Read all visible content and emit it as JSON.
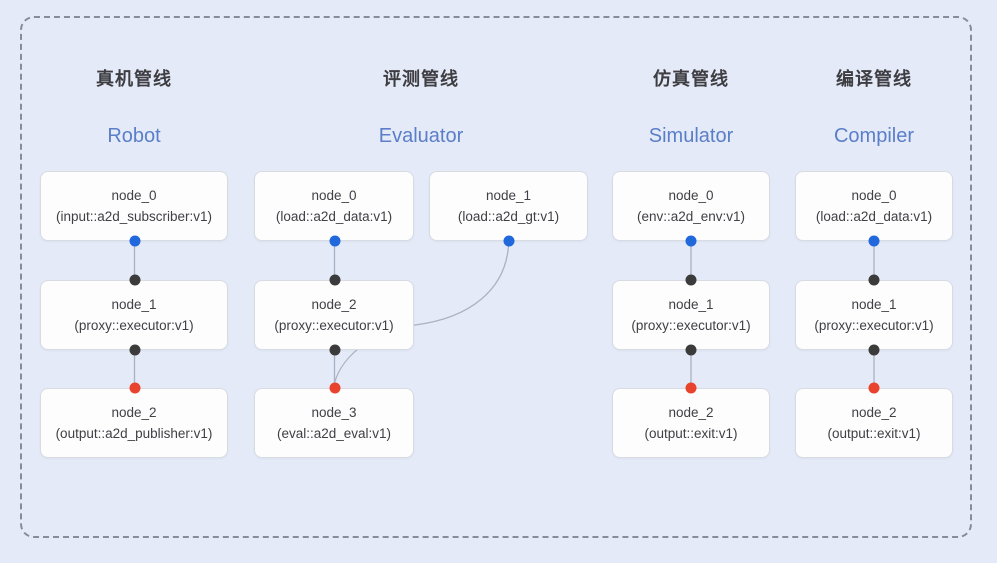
{
  "diagram": {
    "pipelines": [
      {
        "title_zh": "真机管线",
        "title_en": "Robot",
        "nodes": [
          {
            "name": "node_0",
            "type": "(input::a2d_subscriber:v1)"
          },
          {
            "name": "node_1",
            "type": "(proxy::executor:v1)"
          },
          {
            "name": "node_2",
            "type": "(output::a2d_publisher:v1)"
          }
        ]
      },
      {
        "title_zh": "评测管线",
        "title_en": "Evaluator",
        "nodes": [
          {
            "name": "node_0",
            "type": "(load::a2d_data:v1)"
          },
          {
            "name": "node_1",
            "type": "(load::a2d_gt:v1)"
          },
          {
            "name": "node_2",
            "type": "(proxy::executor:v1)"
          },
          {
            "name": "node_3",
            "type": "(eval::a2d_eval:v1)"
          }
        ]
      },
      {
        "title_zh": "仿真管线",
        "title_en": "Simulator",
        "nodes": [
          {
            "name": "node_0",
            "type": "(env::a2d_env:v1)"
          },
          {
            "name": "node_1",
            "type": "(proxy::executor:v1)"
          },
          {
            "name": "node_2",
            "type": "(output::exit:v1)"
          }
        ]
      },
      {
        "title_zh": "编译管线",
        "title_en": "Compiler",
        "nodes": [
          {
            "name": "node_0",
            "type": "(load::a2d_data:v1)"
          },
          {
            "name": "node_1",
            "type": "(proxy::executor:v1)"
          },
          {
            "name": "node_2",
            "type": "(output::exit:v1)"
          }
        ]
      }
    ],
    "port_colors": {
      "source_output_blue": "#2268dd",
      "proxy_port_black": "#3b3b3b",
      "sink_input_red": "#e8432c"
    },
    "colors": {
      "background": "#e4eaf7",
      "node_background": "#fdfdfe",
      "node_border": "#d8dbe2",
      "frame_border": "#858d9c",
      "title_zh": "#3d3d42",
      "title_en": "#5b7ec8",
      "connector": "#a9b2c4"
    }
  }
}
